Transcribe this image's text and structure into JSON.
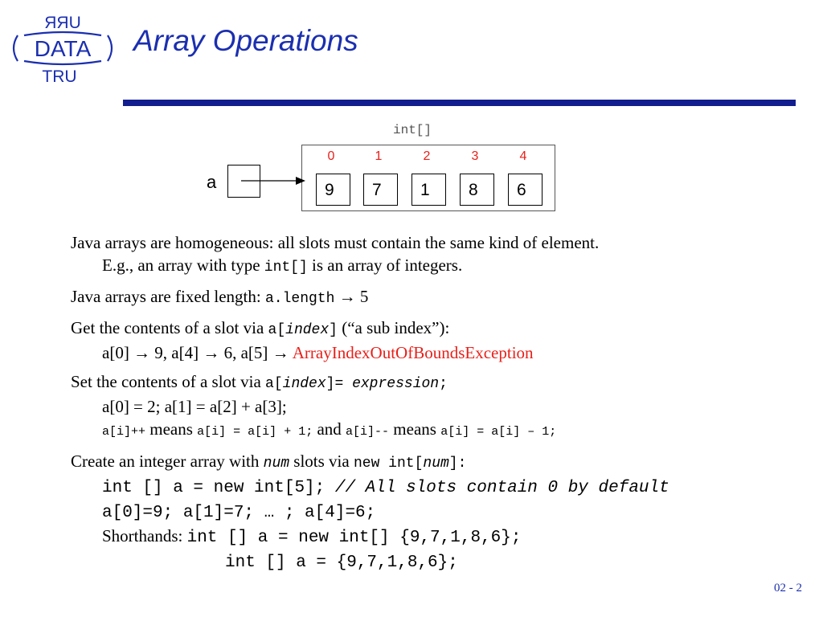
{
  "slide": {
    "title": "Array Operations",
    "logo_text": {
      "top": "ЯЯU",
      "middle": "DATA",
      "bottom": "TRU"
    },
    "page_number": "02 - 2"
  },
  "diagram": {
    "variable": "a",
    "type_label": "int[]",
    "indices": [
      "0",
      "1",
      "2",
      "3",
      "4"
    ],
    "values": [
      "9",
      "7",
      "1",
      "8",
      "6"
    ]
  },
  "bullets": {
    "b1": {
      "l1": "Java arrays are homogeneous: all slots must contain the same kind of element.",
      "l2_a": "E.g., an array with type ",
      "l2_code": "int[]",
      "l2_b": " is an array of integers."
    },
    "b2": {
      "text": "Java arrays are fixed length: ",
      "code": "a.length",
      "result": " → 5"
    },
    "b3": {
      "text": "Get the contents of a slot via ",
      "code_a": "a[",
      "code_index": "index",
      "code_b": "]",
      "after": " (“a sub index”):",
      "l2": "a[0] → 9, a[4] → 6, a[5] → ",
      "exception": "ArrayIndexOutOfBoundsException"
    },
    "b4": {
      "text": "Set the contents of a slot via ",
      "code_a": "a[",
      "code_index": "index",
      "code_b": "]= ",
      "code_expr": "expression",
      "code_c": ";",
      "l2": "a[0] = 2; a[1] = a[2] + a[3];",
      "l3_code1": "a[i]++",
      "l3_means1": " means ",
      "l3_code2": "a[i] = a[i] + 1;",
      "l3_and": " and ",
      "l3_code3": "a[i]--",
      "l3_means2": " means ",
      "l3_code4": "a[i] = a[i] – 1;"
    },
    "b5": {
      "text_a": "Create an integer array with ",
      "code_num": "num",
      "text_b": "  slots via ",
      "code_a": "new int[",
      "code_num2": "num",
      "code_b": "]:",
      "l2_code": "int [] a = new int[5]; ",
      "l2_comment": "// All slots contain 0 by default",
      "l3_code": "a[0]=9; a[1]=7; … ; a[4]=6;",
      "l4_label": "Shorthands: ",
      "l4_code": "int [] a = new int[] {9,7,1,8,6};",
      "l5_code": "int [] a = {9,7,1,8,6};"
    }
  }
}
